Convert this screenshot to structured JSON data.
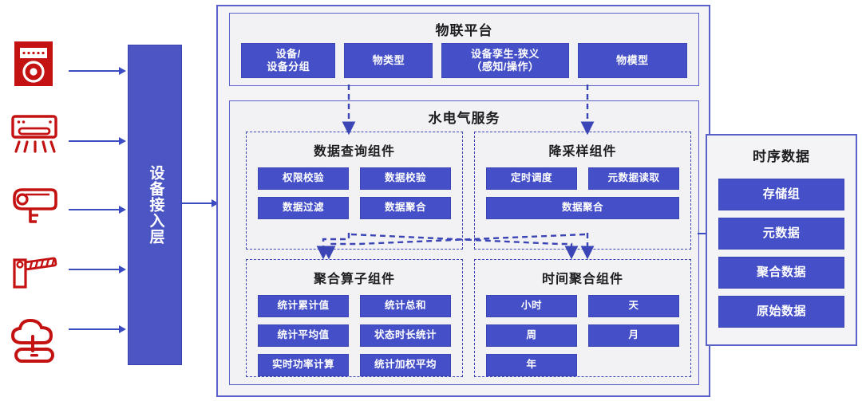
{
  "colors": {
    "chip_blue": "#4550c8",
    "panel_border": "#5a62c8",
    "dashed_blue": "#3b45b6",
    "access_bar": "#4b55c4",
    "device_red": "#c41212",
    "panel_bg": "#f2f2f4",
    "canvas": "#ffffff"
  },
  "devices": {
    "items": [
      {
        "name": "electric-meter-icon",
        "label": "electric-meter"
      },
      {
        "name": "air-conditioner-icon",
        "label": "air-conditioner"
      },
      {
        "name": "cctv-camera-icon",
        "label": "cctv-camera"
      },
      {
        "name": "parking-barrier-icon",
        "label": "parking-barrier"
      },
      {
        "name": "cloud-gateway-icon",
        "label": "cloud-gateway"
      }
    ]
  },
  "access_layer": {
    "label": "设备接入层"
  },
  "iot_platform": {
    "title": "物联平台",
    "items": [
      {
        "label": "设备/\n设备分组",
        "lines": [
          "设备/",
          "设备分组"
        ]
      },
      {
        "label": "物类型",
        "lines": [
          "物类型"
        ]
      },
      {
        "label": "设备孪生-狭义\n（感知/操作）",
        "lines": [
          "设备孪生-狭义",
          "（感知/操作）"
        ]
      },
      {
        "label": "物模型",
        "lines": [
          "物模型"
        ]
      }
    ]
  },
  "service": {
    "title": "水电气服务",
    "groups": [
      {
        "id": "data-query",
        "title": "数据查询组件",
        "items": [
          {
            "label": "权限校验",
            "full": false
          },
          {
            "label": "数据校验",
            "full": false
          },
          {
            "label": "数据过滤",
            "full": false
          },
          {
            "label": "数据聚合",
            "full": false
          }
        ]
      },
      {
        "id": "downsample",
        "title": "降采样组件",
        "items": [
          {
            "label": "定时调度",
            "full": false
          },
          {
            "label": "元数据读取",
            "full": false
          },
          {
            "label": "数据聚合",
            "full": true
          }
        ]
      },
      {
        "id": "aggregate-operator",
        "title": "聚合算子组件",
        "items": [
          {
            "label": "统计累计值",
            "full": false
          },
          {
            "label": "统计总和",
            "full": false
          },
          {
            "label": "统计平均值",
            "full": false
          },
          {
            "label": "状态时长统计",
            "full": false
          },
          {
            "label": "实时功率计算",
            "full": false
          },
          {
            "label": "统计加权平均",
            "full": false
          }
        ]
      },
      {
        "id": "time-aggregate",
        "title": "时间聚合组件",
        "items": [
          {
            "label": "小时",
            "full": false
          },
          {
            "label": "天",
            "full": false
          },
          {
            "label": "周",
            "full": false
          },
          {
            "label": "月",
            "full": false
          },
          {
            "label": "年",
            "full": false
          }
        ]
      }
    ]
  },
  "timeseries": {
    "title": "时序数据",
    "items": [
      {
        "label": "存储组"
      },
      {
        "label": "元数据"
      },
      {
        "label": "聚合数据"
      },
      {
        "label": "原始数据"
      }
    ]
  }
}
